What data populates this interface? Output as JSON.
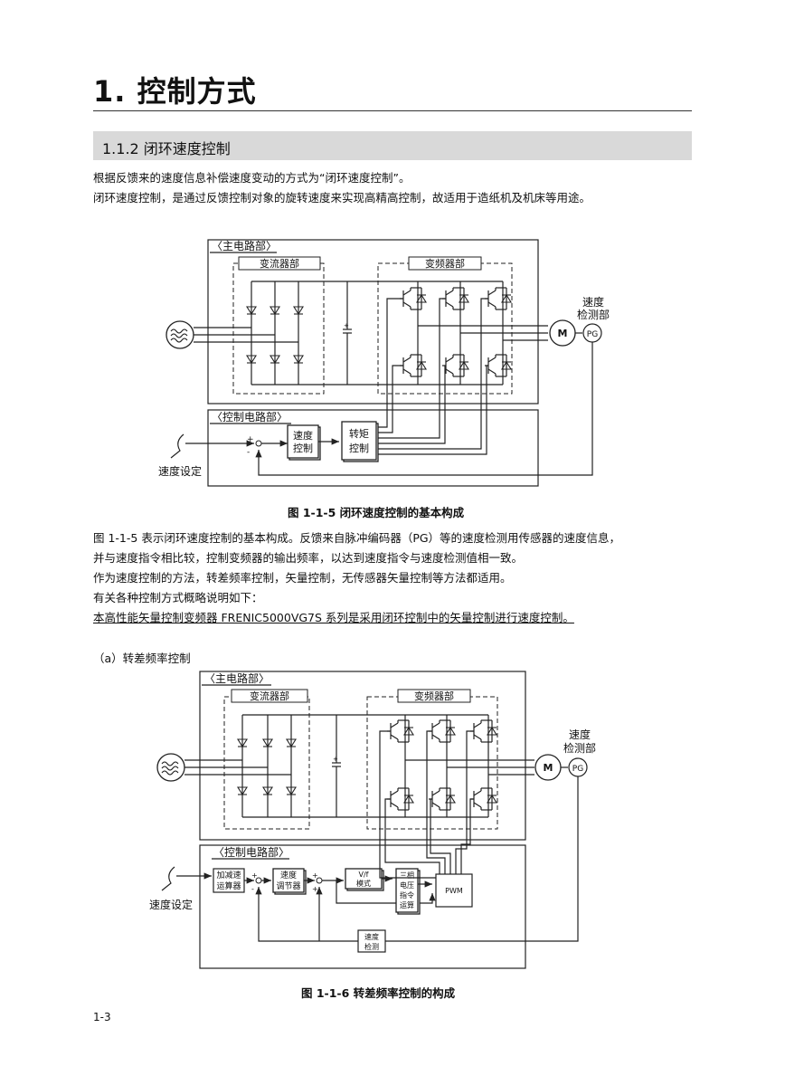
{
  "chapter": {
    "title": "1. 控制方式"
  },
  "section": {
    "title": "1.1.2 闭环速度控制"
  },
  "intro": [
    "根据反馈来的速度信息补偿速度变动的方式为“闭环速度控制”。",
    "闭环速度控制，是通过反馈控制对象的旋转速度来实现高精高控制，故适用于造纸机及机床等用途。"
  ],
  "figure1": {
    "main_circuit": "〈主电路部〉",
    "converter": "变流器部",
    "inverter": "变频器部",
    "control_circuit": "〈控制电路部〉",
    "speed_detect": [
      "速度",
      "检测部"
    ],
    "motor": "M",
    "pg": "PG",
    "speed_control": [
      "速度",
      "控制"
    ],
    "torque_control": [
      "转矩",
      "控制"
    ],
    "speed_setting": "速度设定",
    "plus": "+",
    "minus": "-",
    "caption": "图 1-1-5 闭环速度控制的基本构成"
  },
  "body": [
    "图 1-1-5 表示闭环速度控制的基本构成。反馈来自脉冲编码器（PG）等的速度检测用传感器的速度信息，",
    "并与速度指令相比较，控制变频器的输出频率，以达到速度指令与速度检测值相一致。",
    "作为速度控制的方法，转差频率控制，矢量控制，无传感器矢量控制等方法都适用。",
    "有关各种控制方式概略说明如下："
  ],
  "note_underlined": "本高性能矢量控制变频器 FRENIC5000VG7S 系列是采用闭环控制中的矢量控制进行速度控制。",
  "subsection_a": "（a）转差频率控制",
  "figure2": {
    "main_circuit": "〈主电路部〉",
    "converter": "变流器部",
    "inverter": "变频器部",
    "control_circuit": "〈控制电路部〉",
    "speed_detect": [
      "速度",
      "检测部"
    ],
    "motor": "M",
    "pg": "PG",
    "accel": [
      "加减速",
      "运算器"
    ],
    "regulator": [
      "速度",
      "调节器"
    ],
    "vf": [
      "V/f",
      "模式"
    ],
    "three_phase": [
      "三相",
      "电压",
      "指令",
      "运算"
    ],
    "pwm": "PWM",
    "speed_feedback": [
      "速度",
      "检测"
    ],
    "speed_setting": "速度设定",
    "plus": "+",
    "minus": "-",
    "caption": "图 1-1-6 转差频率控制的构成"
  },
  "page_number": "1-3"
}
